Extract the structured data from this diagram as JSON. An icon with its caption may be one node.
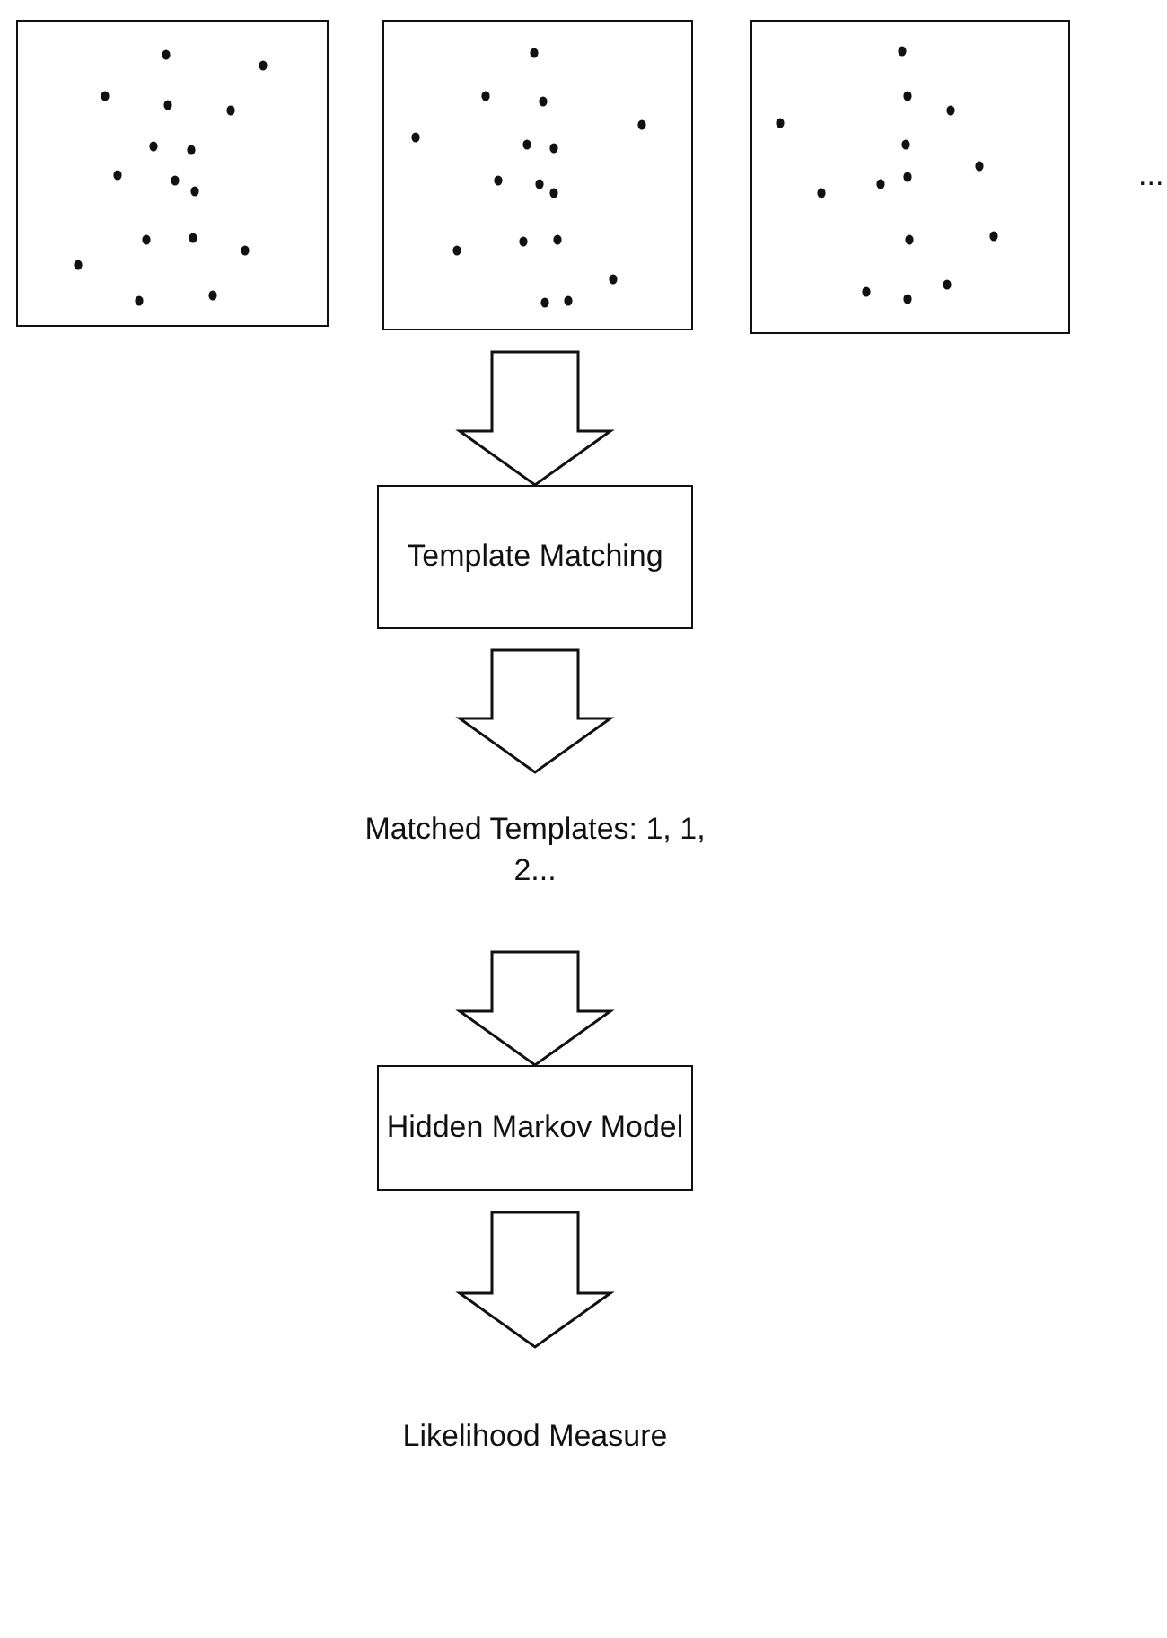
{
  "diagram": {
    "nodes": [
      {
        "text": [],
        "shape": "picture"
      },
      {
        "text": [],
        "shape": "picture"
      },
      {
        "text": [],
        "shape": "picture"
      },
      {
        "text": [
          "Template Matching"
        ]
      },
      {
        "text": [
          "Matched Templates: 1, 1, 2..."
        ]
      },
      {
        "text": [
          "Hidden Markov Model"
        ]
      },
      {
        "text": [
          "Likelihood Measure"
        ]
      }
    ],
    "edges": [
      {
        "from": 1,
        "to": 3,
        "arrow": "to"
      },
      {
        "from": 3,
        "to": 4,
        "arrow": "to"
      },
      {
        "from": 4,
        "to": 5,
        "arrow": "to"
      },
      {
        "from": 5,
        "to": 6,
        "arrow": "to"
      }
    ],
    "labels": [
      "..."
    ]
  }
}
